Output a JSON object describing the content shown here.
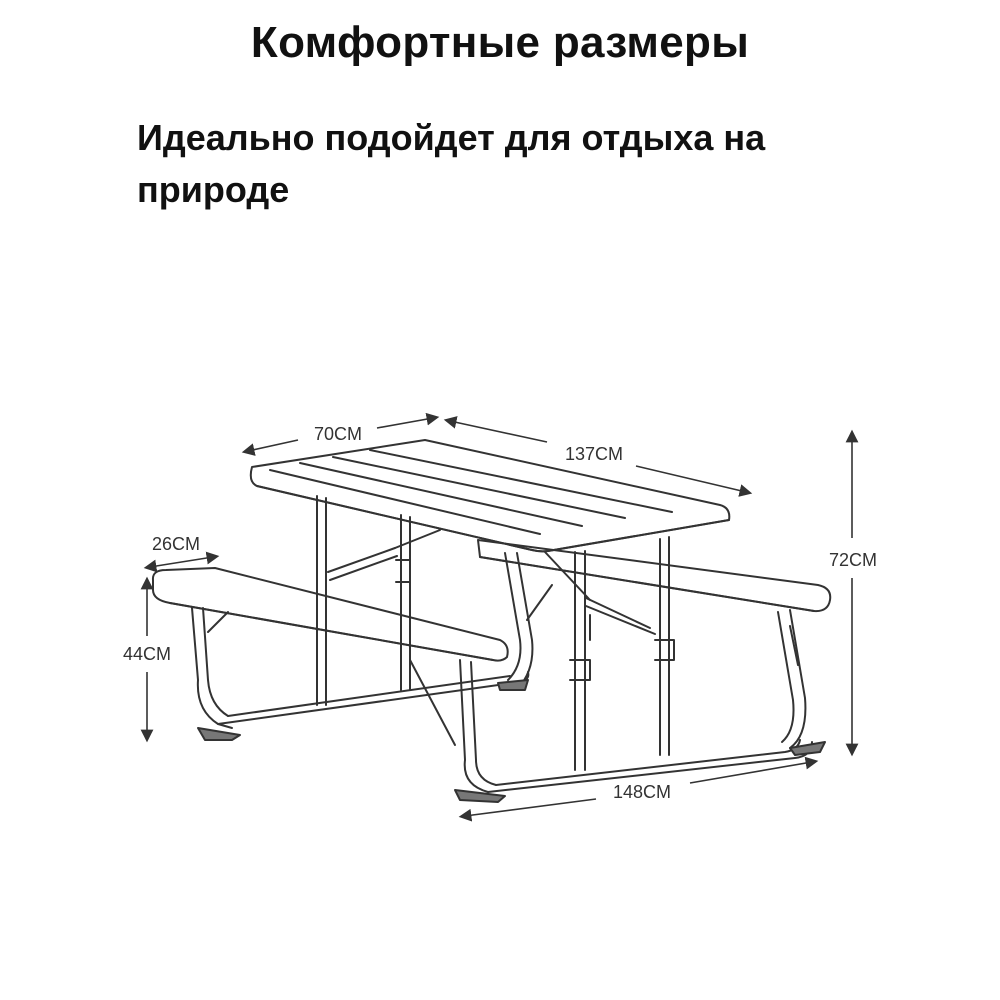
{
  "title": "Комфортные размеры",
  "subtitle": "Идеально подойдет для отдыха на природе",
  "dimensions": {
    "table_width": "70CM",
    "table_length": "137CM",
    "bench_width": "26CM",
    "bench_height": "44CM",
    "table_height": "72CM",
    "total_length": "148CM"
  },
  "colors": {
    "line": "#333333",
    "background": "#ffffff"
  }
}
